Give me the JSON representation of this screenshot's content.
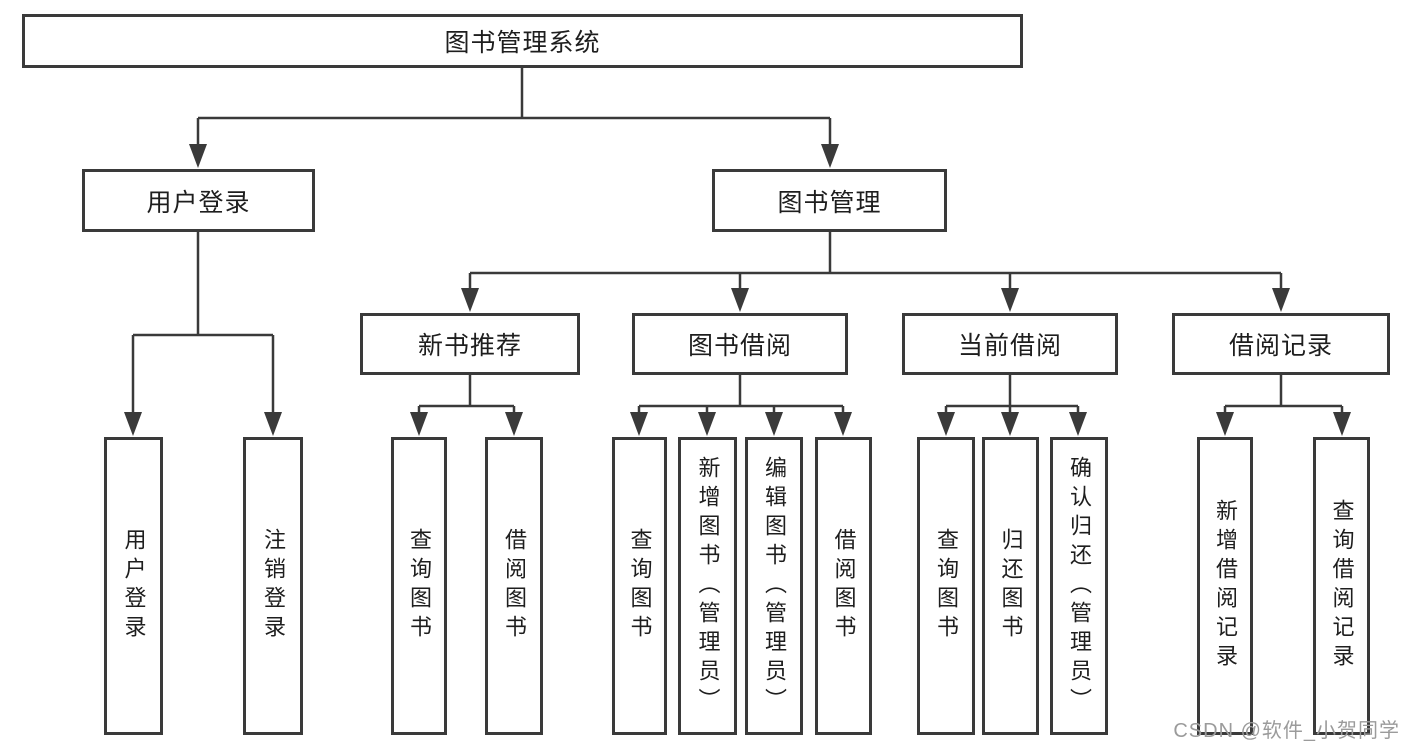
{
  "diagram_title": "图书管理系统",
  "colors": {
    "line": "#3a3a3a",
    "box_border": "#3a3a3a",
    "text": "#1e1e1e",
    "background": "#ffffff",
    "watermark": "#9b9b9b"
  },
  "nodes": {
    "root": "图书管理系统",
    "user_login": "用户登录",
    "book_mgmt": "图书管理",
    "new_book_rec": "新书推荐",
    "book_borrow": "图书借阅",
    "current_borrow": "当前借阅",
    "borrow_record": "借阅记录",
    "leaf_user_login": "用户登录",
    "leaf_logout": "注销登录",
    "leaf_rec_query_book": "查询图书",
    "leaf_rec_borrow_book": "借阅图书",
    "leaf_bb_query_book": "查询图书",
    "leaf_bb_add_book": "新增图书（管理员）",
    "leaf_bb_edit_book": "编辑图书（管理员）",
    "leaf_bb_borrow_book": "借阅图书",
    "leaf_cb_query_book": "查询图书",
    "leaf_cb_return_book": "归还图书",
    "leaf_cb_confirm_return": "确认归还（管理员）",
    "leaf_br_add_record": "新增借阅记录",
    "leaf_br_query_record": "查询借阅记录"
  },
  "hierarchy": {
    "图书管理系统": {
      "用户登录": [
        "用户登录",
        "注销登录"
      ],
      "图书管理": {
        "新书推荐": [
          "查询图书",
          "借阅图书"
        ],
        "图书借阅": [
          "查询图书",
          "新增图书（管理员）",
          "编辑图书（管理员）",
          "借阅图书"
        ],
        "当前借阅": [
          "查询图书",
          "归还图书",
          "确认归还（管理员）"
        ],
        "借阅记录": [
          "新增借阅记录",
          "查询借阅记录"
        ]
      }
    }
  },
  "watermark": "CSDN @软件_小贺同学"
}
